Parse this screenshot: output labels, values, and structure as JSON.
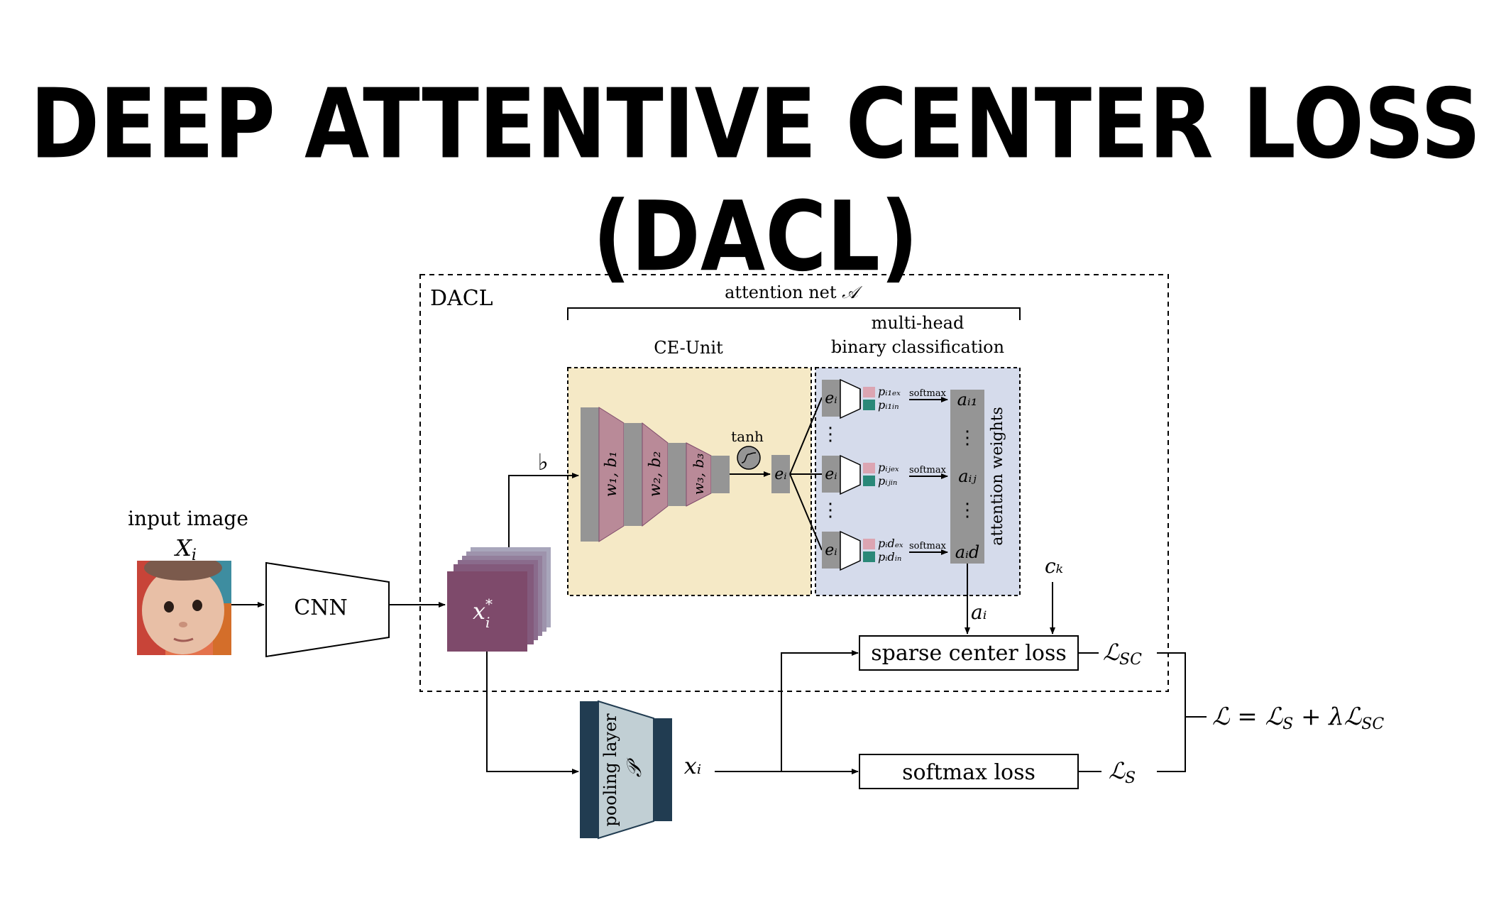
{
  "title": "DEEP ATTENTIVE CENTER LOSS (DACL)",
  "diagram": {
    "input_label": "input image",
    "input_symbol": "X",
    "input_symbol_sub": "i",
    "cnn_label": "CNN",
    "feature_symbol": "x",
    "feature_sup": "*",
    "feature_sub": "i",
    "dacl_label": "DACL",
    "attention_net_label": "attention net",
    "attention_net_symbol": "𝒜",
    "ce_unit_label": "CE-Unit",
    "multihead_label_1": "multi-head",
    "multihead_label_2": "binary classification",
    "flatten_symbol": "♭",
    "layer_labels": [
      "w₁, b₁",
      "w₂, b₂",
      "w₃, b₃"
    ],
    "tanh_label": "tanh",
    "embedding_symbol": "eᵢ",
    "heads": [
      {
        "e": "eᵢ",
        "p_ex": "pᵢ₁ₑₓ",
        "p_in": "pᵢ₁ᵢₙ",
        "softmax": "softmax",
        "a": "aᵢ₁"
      },
      {
        "e": "eᵢ",
        "p_ex": "pᵢⱼₑₓ",
        "p_in": "pᵢⱼᵢₙ",
        "softmax": "softmax",
        "a": "aᵢⱼ"
      },
      {
        "e": "eᵢ",
        "p_ex": "pᵢdₑₓ",
        "p_in": "pᵢdᵢₙ",
        "softmax": "softmax",
        "a": "aᵢd"
      }
    ],
    "ellipsis": "⋮",
    "attention_weights_label": "attention weights",
    "a_vector": "aᵢ",
    "center_symbol": "cₖ",
    "sparse_center_loss_label": "sparse center loss",
    "softmax_loss_label": "softmax loss",
    "pooling_label": "pooling layer",
    "pooling_symbol": "𝒫",
    "pooled_symbol": "xᵢ",
    "l_sc": "ℒ",
    "l_sc_sub": "SC",
    "l_s": "ℒ",
    "l_s_sub": "S",
    "total_loss": "ℒ = ℒ",
    "total_loss_sub1": "S",
    "total_loss_mid": " + λℒ",
    "total_loss_sub2": "SC"
  },
  "colors": {
    "ce_unit_bg": "#f5e9c6",
    "multihead_bg": "#d5dbeb",
    "layer_gray": "#959595",
    "layer_pink": "#b98a98",
    "feature_map": "#7e4a6b",
    "p_ex": "#dca5b2",
    "p_in": "#2a8878",
    "pool_dark": "#213c51",
    "pool_light": "#c1cfd4"
  }
}
